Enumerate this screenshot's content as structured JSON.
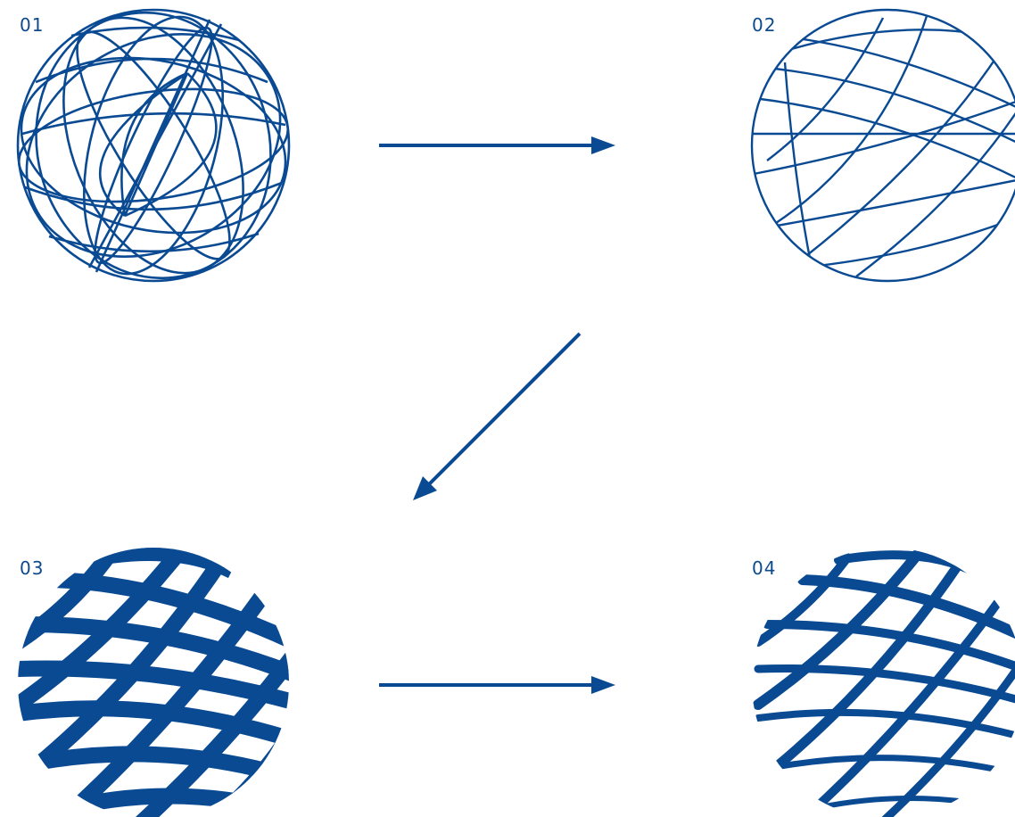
{
  "accent_color": "#0a4a93",
  "steps": [
    {
      "label": "01",
      "description_icon": "wireframe-globe-icon"
    },
    {
      "label": "02",
      "description_icon": "cropped-wireframe-globe-icon"
    },
    {
      "label": "03",
      "description_icon": "solid-band-globe-icon"
    },
    {
      "label": "04",
      "description_icon": "refined-band-globe-icon"
    }
  ],
  "arrows": [
    {
      "from": "01",
      "to": "02",
      "direction": "right"
    },
    {
      "from": "02",
      "to": "03",
      "direction": "down-left"
    },
    {
      "from": "03",
      "to": "04",
      "direction": "right"
    }
  ]
}
